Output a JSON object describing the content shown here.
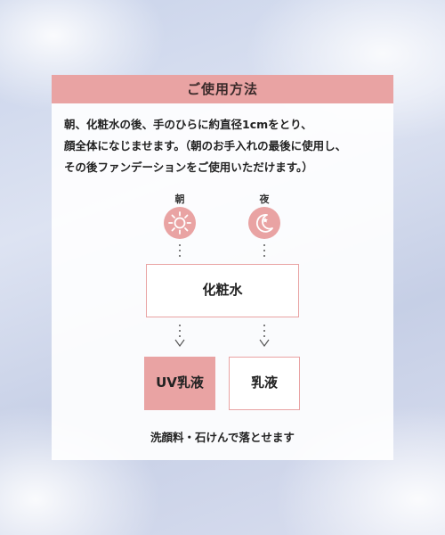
{
  "header": {
    "title": "ご使用方法"
  },
  "description": {
    "lines": [
      "朝、化粧水の後、手のひらに約直径1cmをとり、",
      "顔全体になじませます。（朝のお手入れの最後に使用し、",
      "その後ファンデーションをご使用いただけます。）"
    ]
  },
  "flow": {
    "morning_label": "朝",
    "night_label": "夜",
    "morning_icon": "sun-icon",
    "night_icon": "moon-star-icon",
    "step1": "化粧水",
    "morning_step2": "UV乳液",
    "night_step2": "乳液"
  },
  "footer": {
    "text": "洗顔料・石けんで落とせます"
  },
  "colors": {
    "accent": "#e9a3a3",
    "text": "#222222",
    "header_text": "#3a2a2a"
  }
}
